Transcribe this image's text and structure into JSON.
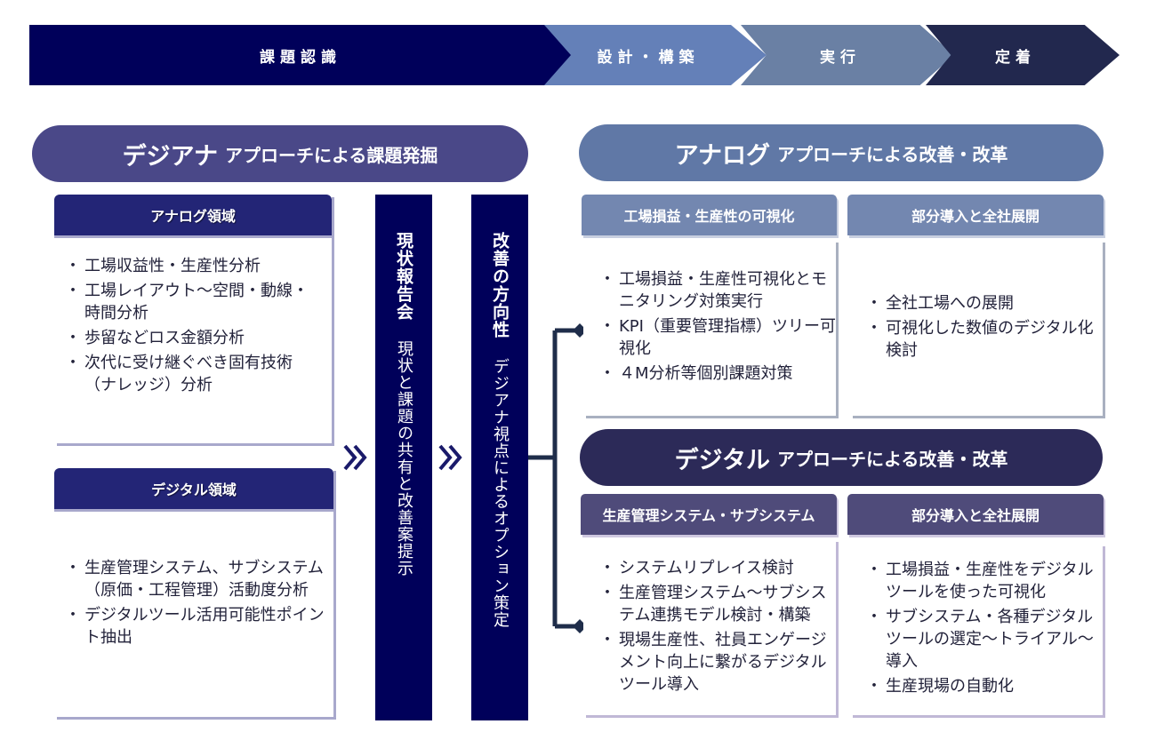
{
  "phases": [
    {
      "label": "課題認識",
      "color": "#00005a"
    },
    {
      "label": "設計・構築",
      "color": "#6480b8"
    },
    {
      "label": "実行",
      "color": "#6a80a4"
    },
    {
      "label": "定着",
      "color": "#22284e"
    }
  ],
  "left": {
    "header": {
      "big": "デジアナ",
      "small": "アプローチによる課題発掘"
    },
    "analog_card": {
      "title": "アナログ領域",
      "items": [
        "工場収益性・生産性分析",
        "工場レイアウト〜空間・動線・時間分析",
        "歩留などロス金額分析",
        "次代に受け継ぐべき固有技術（ナレッジ）分析"
      ]
    },
    "digital_card": {
      "title": "デジタル領域",
      "items": [
        "生産管理システム、サブシステム（原価・工程管理）活動度分析",
        "デジタルツール活用可能性ポイント抽出"
      ]
    }
  },
  "middle": {
    "report": {
      "title": "現状報告会",
      "text": "現状と課題の共有と改善案提示"
    },
    "direction": {
      "title": "改善の方向性",
      "text": "デジアナ視点によるオプション策定"
    },
    "arrow_icon": "double-chevron-right"
  },
  "right": {
    "analog": {
      "header": {
        "big": "アナログ",
        "small": "アプローチによる改善・改革"
      },
      "columns": [
        {
          "title": "工場損益・生産性の可視化",
          "items": [
            "工場損益・生産性可視化とモニタリング対策実行",
            "KPI（重要管理指標）ツリー可視化",
            "４M分析等個別課題対策"
          ]
        },
        {
          "title": "部分導入と全社展開",
          "items": [
            "全社工場への展開",
            "可視化した数値のデジタル化検討"
          ]
        }
      ]
    },
    "digital": {
      "header": {
        "big": "デジタル",
        "small": "アプローチによる改善・改革"
      },
      "columns": [
        {
          "title": "生産管理システム・サブシステム",
          "items": [
            "システムリプレイス検討",
            "生産管理システム〜サブシステム連携モデル検討・構築",
            "現場生産性、社員エンゲージメント向上に繋がるデジタルツール導入"
          ]
        },
        {
          "title": "部分導入と全社展開",
          "items": [
            "工場損益・生産性をデジタルツールを使った可視化",
            "サブシステム・各種デジタルツールの選定〜トライアル〜導入",
            "生産現場の自動化"
          ]
        }
      ]
    }
  }
}
